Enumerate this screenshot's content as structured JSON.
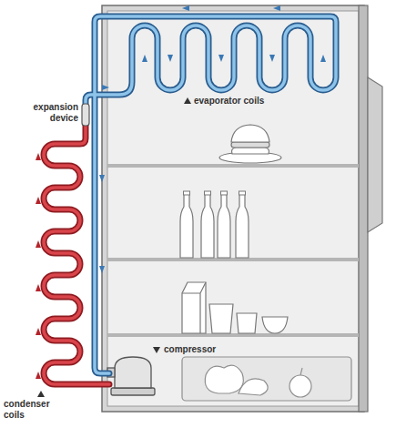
{
  "diagram": {
    "labels": [
      "expansion device",
      "evaporator coils",
      "compressor",
      "condenser coils"
    ]
  }
}
